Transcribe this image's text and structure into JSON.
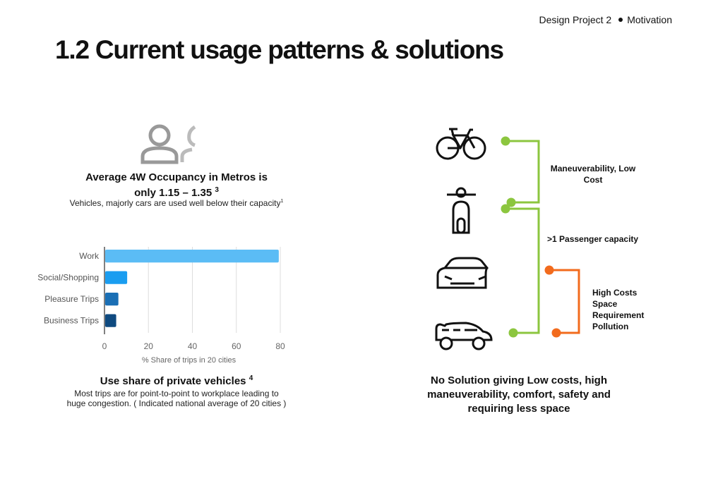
{
  "header": {
    "project": "Design Project 2",
    "section": "Motivation"
  },
  "title": "1.2 Current usage patterns & solutions",
  "occupancy": {
    "heading_line1": "Average 4W Occupancy  in Metros is",
    "heading_line2": "only 1.15 – 1.35",
    "heading_ref": "3",
    "subtext": "Vehicles, majorly cars are used well below their capacity",
    "subtext_ref": "1"
  },
  "chart_caption": {
    "heading": "Use share of private vehicles",
    "heading_ref": "4",
    "line1": "Most trips are for point-to-point to workplace leading to",
    "line2": "huge congestion. ( Indicated national average of 20 cities )"
  },
  "chart_data": {
    "type": "bar",
    "orientation": "horizontal",
    "categories": [
      "Work",
      "Social/Shopping",
      "Pleasure Trips",
      "Business Trips"
    ],
    "values": [
      79,
      10,
      6,
      5
    ],
    "colors": [
      "#5bbcf5",
      "#1a9df0",
      "#1a6fb5",
      "#0f4a80"
    ],
    "xlabel": "% Share of trips in 20 cities",
    "ylabel": "",
    "xlim": [
      0,
      80
    ],
    "xticks": [
      "0",
      "20",
      "40",
      "60",
      "80"
    ],
    "grid": true
  },
  "diagram": {
    "vehicles": [
      "bicycle",
      "scooter",
      "car",
      "suv"
    ],
    "labels": {
      "green1_line1": "Maneuverability,  Low",
      "green1_line2": "Cost",
      "green2": ">1 Passenger  capacity",
      "orange": [
        "High Costs",
        "Space",
        "Requirement",
        "Pollution"
      ]
    },
    "colors": {
      "green": "#8cc63f",
      "orange": "#f26b1d"
    }
  },
  "conclusion": {
    "line1": "No Solution giving Low costs, high",
    "line2": "maneuverability,  comfort, safety and",
    "line3": "requiring less space"
  }
}
